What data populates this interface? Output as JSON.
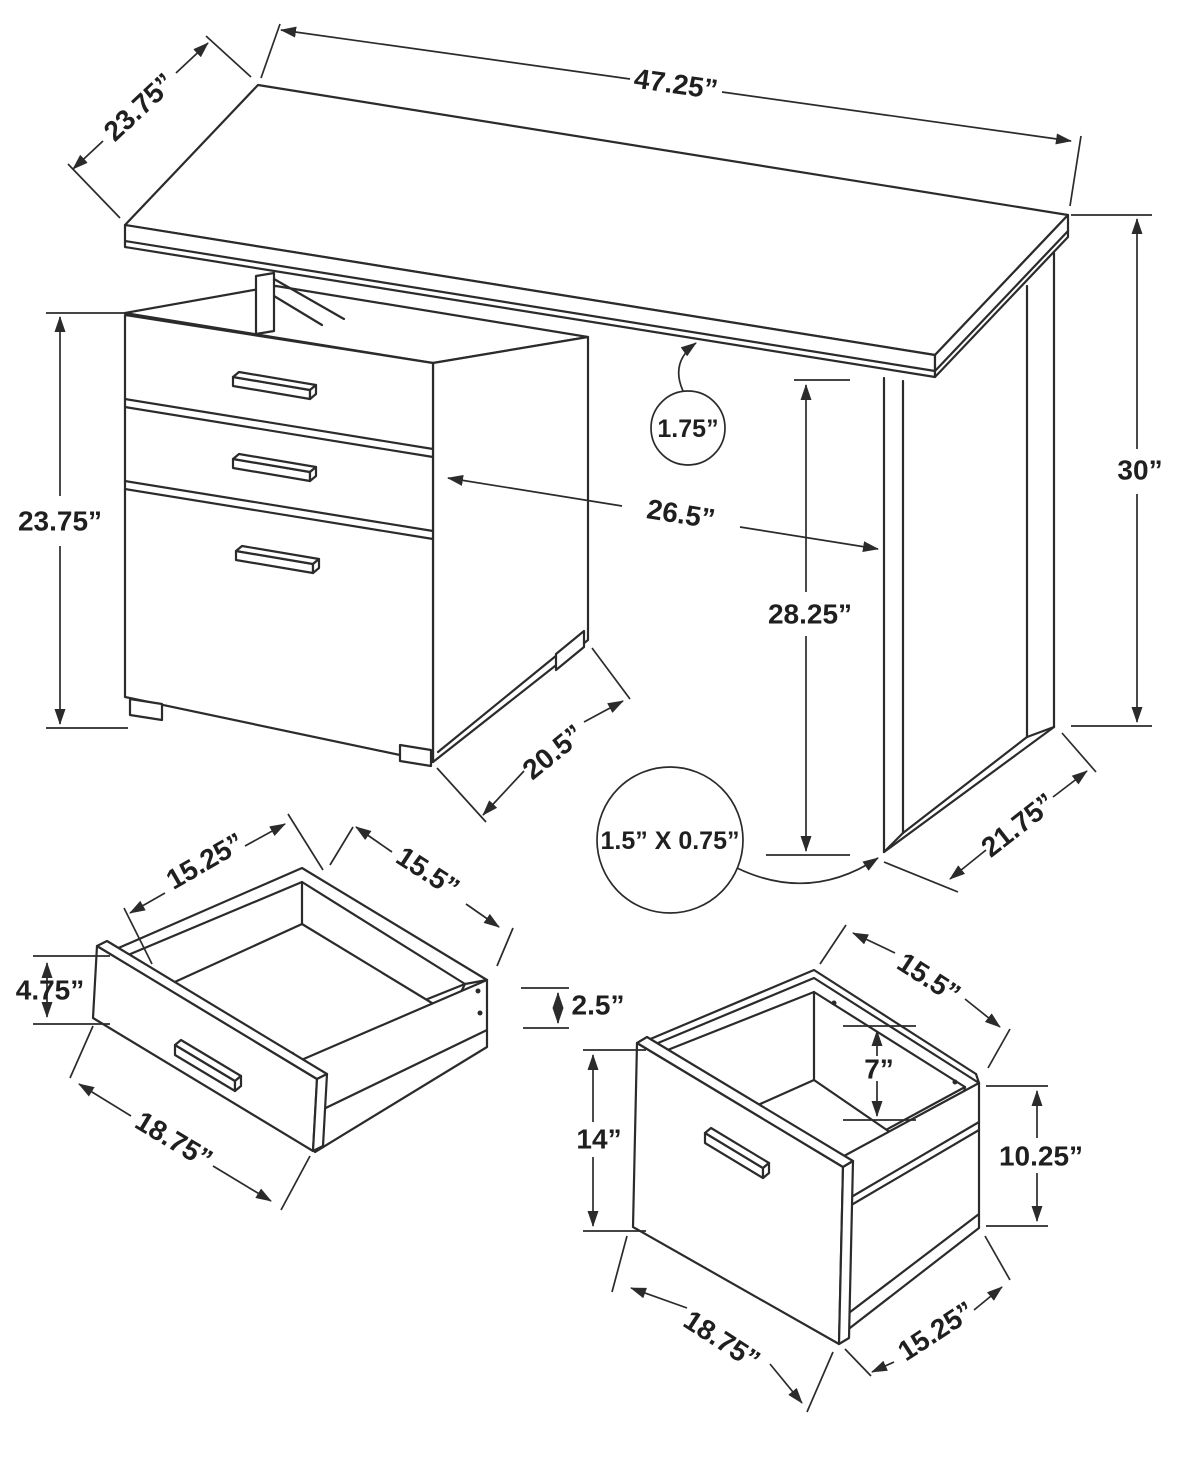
{
  "colors": {
    "background": "#ffffff",
    "line": "#2b2b2b",
    "text": "#1f1f1f"
  },
  "labels": {
    "desk_width": "47.25”",
    "desk_depth": "23.75”",
    "pedestal_height": "23.75”",
    "desk_height": "30”",
    "top_thickness": "1.75”",
    "knee_width": "26.5”",
    "knee_height": "28.25”",
    "pedestal_depth": "20.5”",
    "leg_depth": "21.75”",
    "leg_tube": "1.5” X 0.75”",
    "sd_width": "15.25”",
    "sd_depth": "15.5”",
    "sd_front_height": "4.75”",
    "sd_side_height": "2.5”",
    "sd_front_width": "18.75”",
    "fd_depth": "15.5”",
    "fd_inner_height": "7”",
    "fd_front_height": "14”",
    "fd_side_height": "10.25”",
    "fd_front_width": "18.75”",
    "fd_bottom_depth": "15.25”"
  }
}
